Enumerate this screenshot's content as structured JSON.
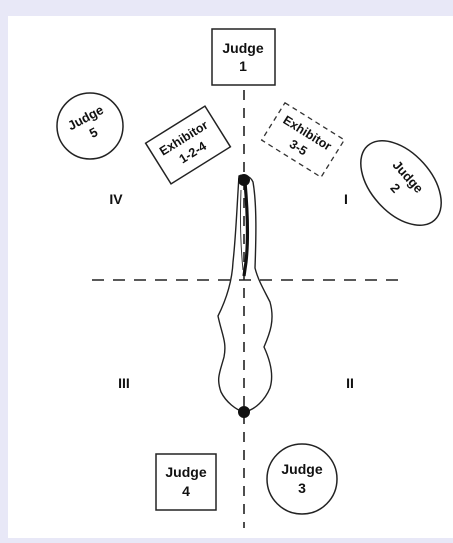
{
  "diagram": {
    "quadrants": [
      "I",
      "II",
      "III",
      "IV"
    ],
    "judges": [
      {
        "line1": "Judge",
        "line2": "1",
        "shape": "square"
      },
      {
        "line1": "Judge",
        "line2": "2",
        "shape": "ellipse"
      },
      {
        "line1": "Judge",
        "line2": "3",
        "shape": "circle"
      },
      {
        "line1": "Judge",
        "line2": "4",
        "shape": "square"
      },
      {
        "line1": "Judge",
        "line2": "5",
        "shape": "circle"
      }
    ],
    "exhibitors": [
      {
        "line1": "Exhibitor",
        "line2": "1-2-4",
        "style": "solid"
      },
      {
        "line1": "Exhibitor",
        "line2": "3-5",
        "style": "dashed"
      }
    ]
  }
}
